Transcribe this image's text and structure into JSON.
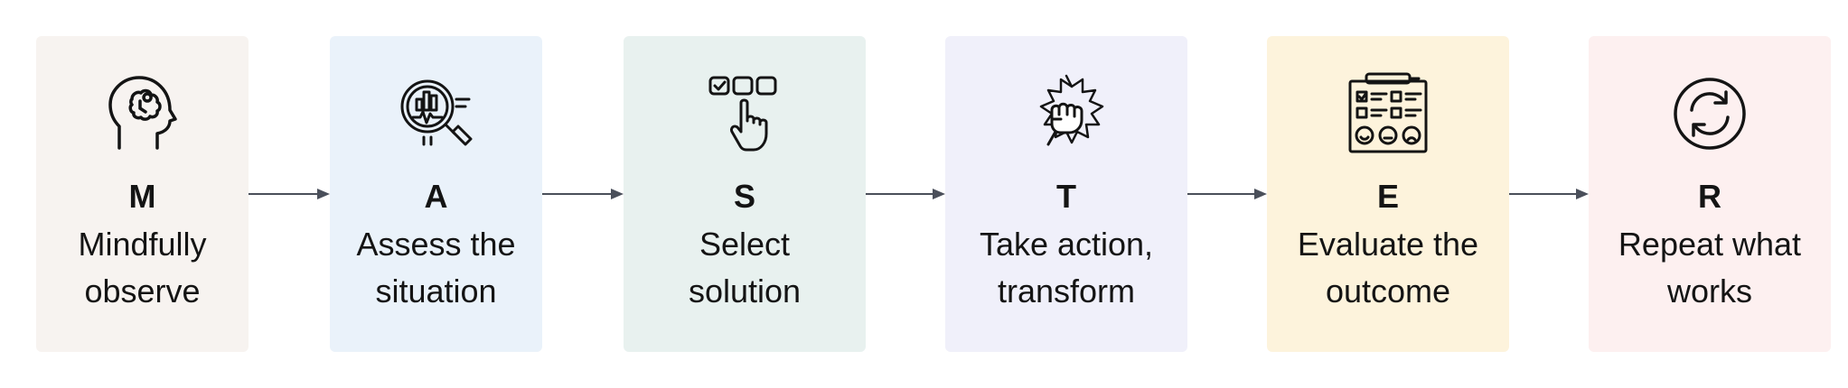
{
  "steps": [
    {
      "letter": "M",
      "label": "Mindfully\nobserve",
      "icon": "brain-head-icon",
      "bg": "#f7f3f0"
    },
    {
      "letter": "A",
      "label": "Assess the\nsituation",
      "icon": "magnifier-chart-icon",
      "bg": "#eaf2fa"
    },
    {
      "letter": "S",
      "label": "Select\nsolution",
      "icon": "hand-selecting-checkbox-icon",
      "bg": "#e8f1ef"
    },
    {
      "letter": "T",
      "label": "Take action,\ntransform",
      "icon": "fist-burst-icon",
      "bg": "#f0f0fa"
    },
    {
      "letter": "E",
      "label": "Evaluate the\noutcome",
      "icon": "checklist-feedback-icon",
      "bg": "#fdf3dc"
    },
    {
      "letter": "R",
      "label": "Repeat what\nworks",
      "icon": "repeat-cycle-icon",
      "bg": "#fdf0f0"
    }
  ],
  "colors": {
    "arrow": "#4a4f5a",
    "ink": "#141414"
  }
}
